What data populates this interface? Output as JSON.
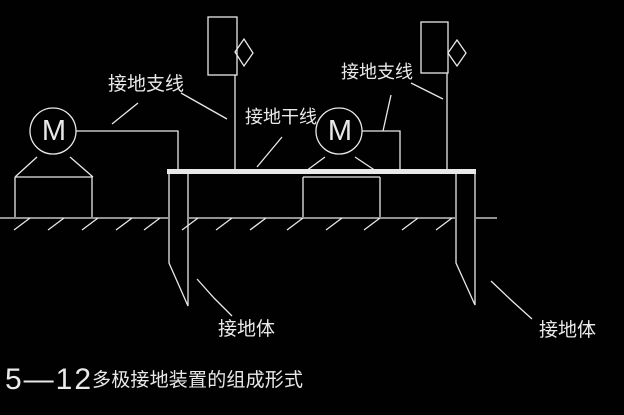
{
  "figure": {
    "colors": {
      "background": "#010101",
      "line": "#e9e9e9"
    },
    "labels": {
      "branch_left": "接地支线",
      "trunk": "接地干线",
      "branch_right": "接地支线",
      "electrode_left": "接地体",
      "electrode_right": "接地体"
    },
    "motor1_letter": "M",
    "motor2_letter": "M",
    "caption": {
      "number": "5—12",
      "title": "多极接地装置的组成形式"
    }
  }
}
